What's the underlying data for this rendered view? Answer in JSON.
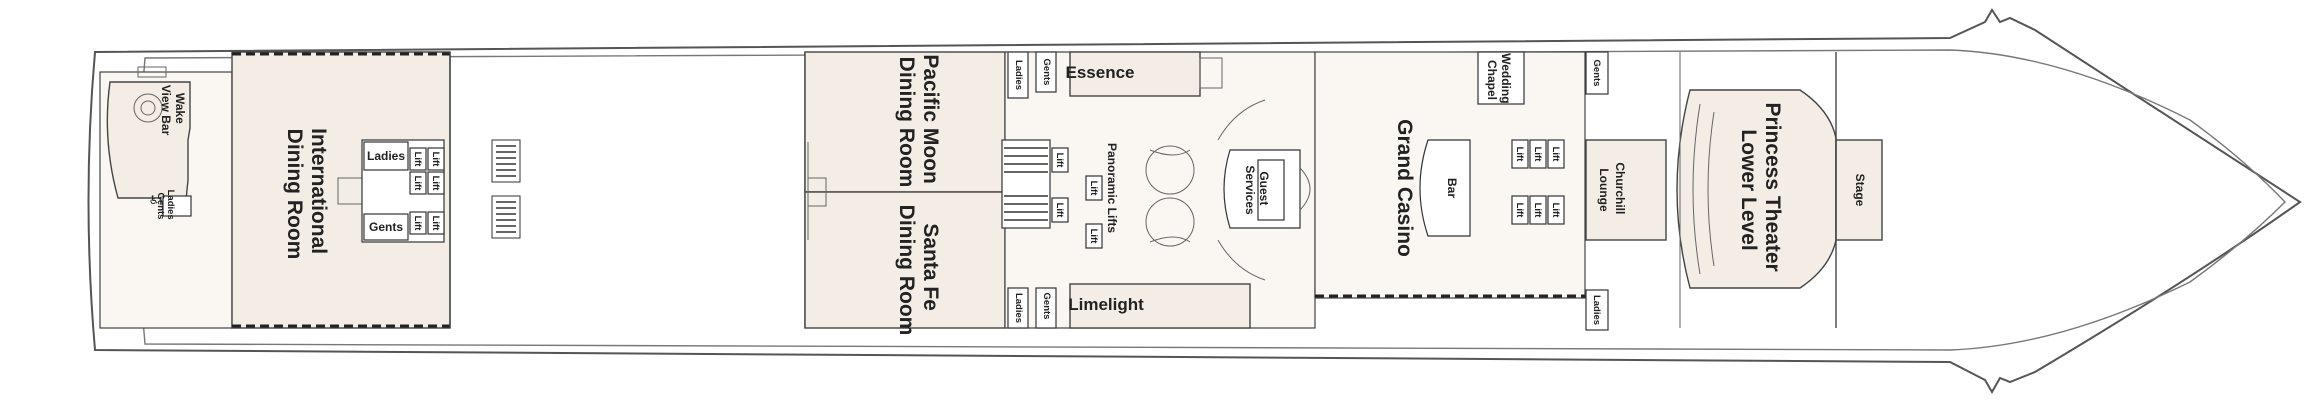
{
  "labels": {
    "wake_view_bar": [
      "Wake",
      "View Bar"
    ],
    "ladies_gents_aft": [
      "Ladies",
      "Gents"
    ],
    "international": [
      "International",
      "Dining Room"
    ],
    "ladies": "Ladies",
    "gents": "Gents",
    "lift": "Lift",
    "pacific_moon": [
      "Pacific Moon",
      "Dining Room"
    ],
    "santa_fe": [
      "Santa Fe",
      "Dining Room"
    ],
    "essence": "Essence",
    "limelight": "Limelight",
    "panoramic_lifts": "Panoramic Lifts",
    "guest_services": [
      "Guest",
      "Services"
    ],
    "grand_casino": "Grand Casino",
    "wedding_chapel": [
      "Wedding",
      "Chapel"
    ],
    "bar": "Bar",
    "churchill_lounge": [
      "Churchill",
      "Lounge"
    ],
    "princess_theater": [
      "Princess Theater",
      "Lower Level"
    ],
    "stage": "Stage"
  },
  "icons": [
    "accessible-icon",
    "stairs-icon",
    "elevator-icon"
  ]
}
